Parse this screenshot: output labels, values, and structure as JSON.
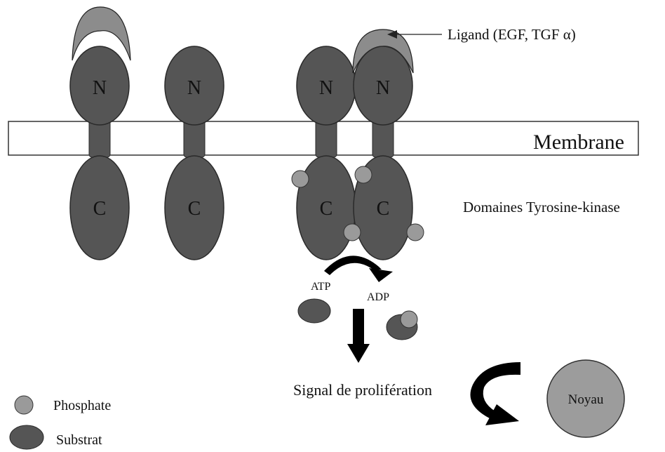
{
  "labels": {
    "ligand": "Ligand (EGF, TGF α)",
    "membrane": "Membrane",
    "domains": "Domaines Tyrosine-kinase",
    "atp": "ATP",
    "adp": "ADP",
    "signal": "Signal de prolifération",
    "noyau": "Noyau"
  },
  "receptors": [
    {
      "n_label": "N",
      "c_label": "C"
    },
    {
      "n_label": "N",
      "c_label": "C"
    },
    {
      "n_label": "N",
      "c_label": "C"
    },
    {
      "n_label": "N",
      "c_label": "C"
    }
  ],
  "legend": {
    "phosphate": "Phosphate",
    "substrat": "Substrat"
  },
  "colors": {
    "receptor": "#555555",
    "receptor_stroke": "#2a2a2a",
    "phosphate": "#9a9a9a",
    "ligand": "#8c8c8c",
    "noyau": "#9c9c9c",
    "arrow": "#000000"
  }
}
